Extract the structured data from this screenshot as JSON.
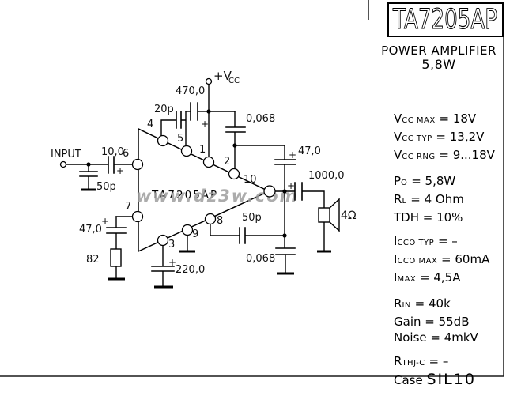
{
  "panel": {
    "title": "TA7205AP",
    "subtitle": "POWER AMPLIFIER",
    "power": "5,8W",
    "specs": {
      "groups": [
        {
          "lines": [
            {
              "parts": [
                {
                  "t": "V"
                },
                {
                  "t": "CC MAX",
                  "s": "small"
                },
                {
                  "t": " = 18V"
                }
              ]
            },
            {
              "parts": [
                {
                  "t": "V"
                },
                {
                  "t": "CC TYP",
                  "s": "small"
                },
                {
                  "t": " = 13,2V"
                }
              ]
            },
            {
              "parts": [
                {
                  "t": "V"
                },
                {
                  "t": "CC RNG",
                  "s": "small"
                },
                {
                  "t": " = 9...18V"
                }
              ]
            }
          ]
        },
        {
          "lines": [
            {
              "parts": [
                {
                  "t": "P"
                },
                {
                  "t": "O",
                  "s": "small"
                },
                {
                  "t": " = 5,8W"
                }
              ]
            },
            {
              "parts": [
                {
                  "t": "R"
                },
                {
                  "t": "L",
                  "s": "small"
                },
                {
                  "t": " = 4 Ohm"
                }
              ]
            },
            {
              "parts": [
                {
                  "t": "TDH = 10%"
                }
              ]
            }
          ]
        },
        {
          "lines": [
            {
              "parts": [
                {
                  "t": "I"
                },
                {
                  "t": "CCO TYP",
                  "s": "small"
                },
                {
                  "t": " = –"
                }
              ]
            },
            {
              "parts": [
                {
                  "t": "I"
                },
                {
                  "t": "CCO MAX",
                  "s": "small"
                },
                {
                  "t": " = 60mA"
                }
              ]
            },
            {
              "parts": [
                {
                  "t": "I"
                },
                {
                  "t": "MAX",
                  "s": "small"
                },
                {
                  "t": " = 4,5A"
                }
              ]
            }
          ]
        },
        {
          "lines": [
            {
              "parts": [
                {
                  "t": "R"
                },
                {
                  "t": "IN",
                  "s": "small"
                },
                {
                  "t": " = 40k"
                }
              ]
            },
            {
              "parts": [
                {
                  "t": "Gain = 55dB"
                }
              ]
            },
            {
              "parts": [
                {
                  "t": "Noise = 4mkV"
                }
              ]
            }
          ]
        },
        {
          "lines": [
            {
              "parts": [
                {
                  "t": "R"
                },
                {
                  "t": "THJ-C",
                  "s": "small"
                },
                {
                  "t": " = –"
                }
              ]
            },
            {
              "parts": [
                {
                  "t": "Case "
                },
                {
                  "t": "SIL10",
                  "s": "large"
                }
              ]
            }
          ]
        }
      ]
    }
  },
  "schematic": {
    "input_label": "INPUT",
    "vcc_main": "+V",
    "vcc_sub": "CC",
    "watermark": "www.dz3w.com",
    "ic_label": "TA7205AP",
    "speaker_label": "4Ω",
    "plus": "+",
    "pins": {
      "p1": "1",
      "p2": "2",
      "p3": "3",
      "p4": "4",
      "p5": "5",
      "p6": "6",
      "p7": "7",
      "p8": "8",
      "p9": "9",
      "p10": "10"
    },
    "caps": {
      "input_filter": "50p",
      "input_coupling": "10,0",
      "feedback": "47,0",
      "boot_small": "20p",
      "supply": "470,0",
      "snub_top": "0,068",
      "bootstrap": "47,0",
      "output": "1000,0",
      "pin3_decouple": "220,0",
      "pin8": "50p",
      "snub_bottom": "0,068"
    },
    "resistors": {
      "feedback": "82"
    }
  }
}
